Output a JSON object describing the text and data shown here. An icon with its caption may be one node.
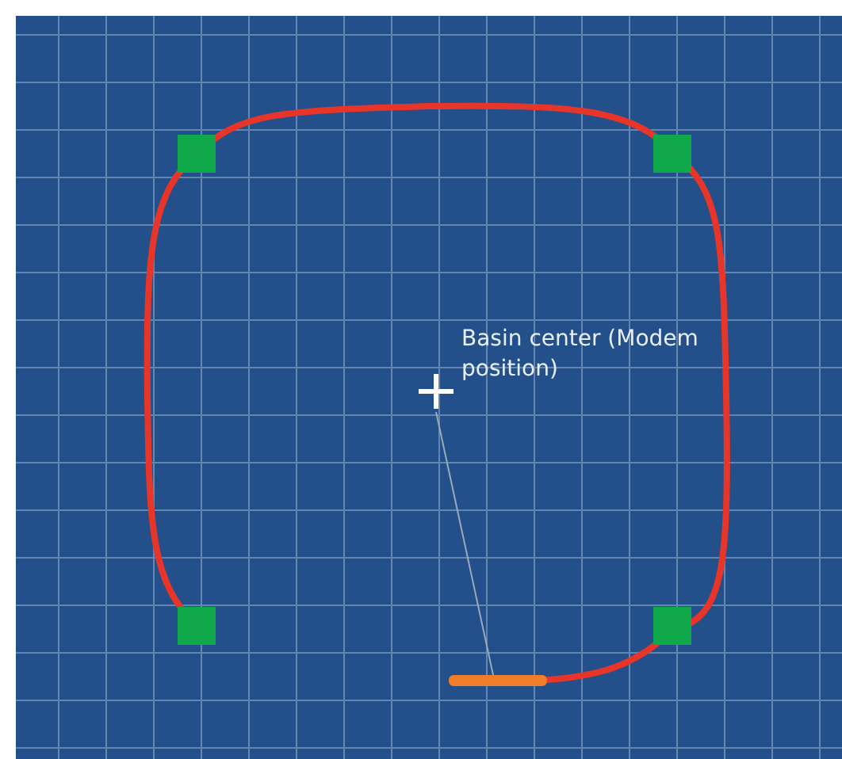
{
  "diagram": {
    "nodes": [
      {
        "text": [
          "Basin center (Modem position)"
        ]
      },
      {
        "text": [],
        "shape": "bar"
      }
    ],
    "edges": [
      {
        "from": 0,
        "to": 1,
        "arrow": "none"
      }
    ]
  }
}
